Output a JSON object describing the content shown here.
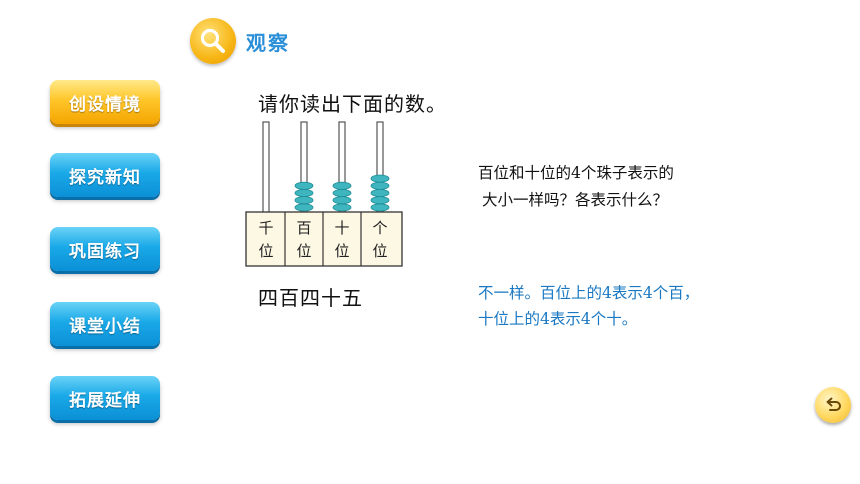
{
  "header": {
    "title": "观察",
    "icon": "magnifier-icon"
  },
  "nav": {
    "items": [
      {
        "label": "创设情境",
        "active": true
      },
      {
        "label": "探究新知",
        "active": false
      },
      {
        "label": "巩固练习",
        "active": false
      },
      {
        "label": "课堂小结",
        "active": false
      },
      {
        "label": "拓展延伸",
        "active": false
      }
    ]
  },
  "content": {
    "prompt": "请你读出下面的数。",
    "abacus": {
      "columns": [
        {
          "label_top": "千",
          "label_bottom": "位",
          "beads": 0
        },
        {
          "label_top": "百",
          "label_bottom": "位",
          "beads": 4
        },
        {
          "label_top": "十",
          "label_bottom": "位",
          "beads": 4
        },
        {
          "label_top": "个",
          "label_bottom": "位",
          "beads": 5
        }
      ],
      "bead_color": "#3fb6bf"
    },
    "number_words": "四百四十五",
    "question_line1": "百位和十位的4个珠子表示的",
    "question_line2": "大小一样吗？各表示什么？",
    "reply_line1": "不一样。百位上的4表示4个百，",
    "reply_line2": "十位上的4表示4个十。"
  },
  "colors": {
    "accent_blue": "#2b8fd8",
    "reply_blue": "#1a78c2",
    "gold": "#ffc62a"
  },
  "back_button": {
    "icon": "back-arrow-icon"
  }
}
